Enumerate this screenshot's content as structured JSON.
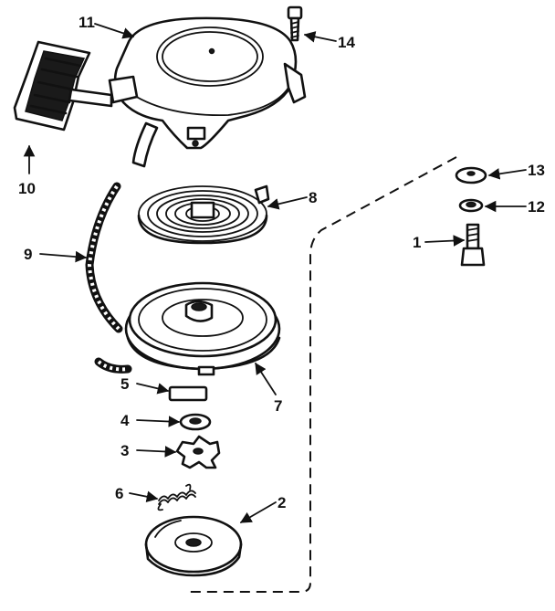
{
  "callouts": [
    {
      "id": "c11",
      "number": "11"
    },
    {
      "id": "c14",
      "number": "14"
    },
    {
      "id": "c10",
      "number": "10"
    },
    {
      "id": "c8",
      "number": "8"
    },
    {
      "id": "c9",
      "number": "9"
    },
    {
      "id": "c13",
      "number": "13"
    },
    {
      "id": "c12",
      "number": "12"
    },
    {
      "id": "c1",
      "number": "1"
    },
    {
      "id": "c5",
      "number": "5"
    },
    {
      "id": "c7",
      "number": "7"
    },
    {
      "id": "c4",
      "number": "4"
    },
    {
      "id": "c3",
      "number": "3"
    },
    {
      "id": "c6",
      "number": "6"
    },
    {
      "id": "c2",
      "number": "2"
    }
  ]
}
